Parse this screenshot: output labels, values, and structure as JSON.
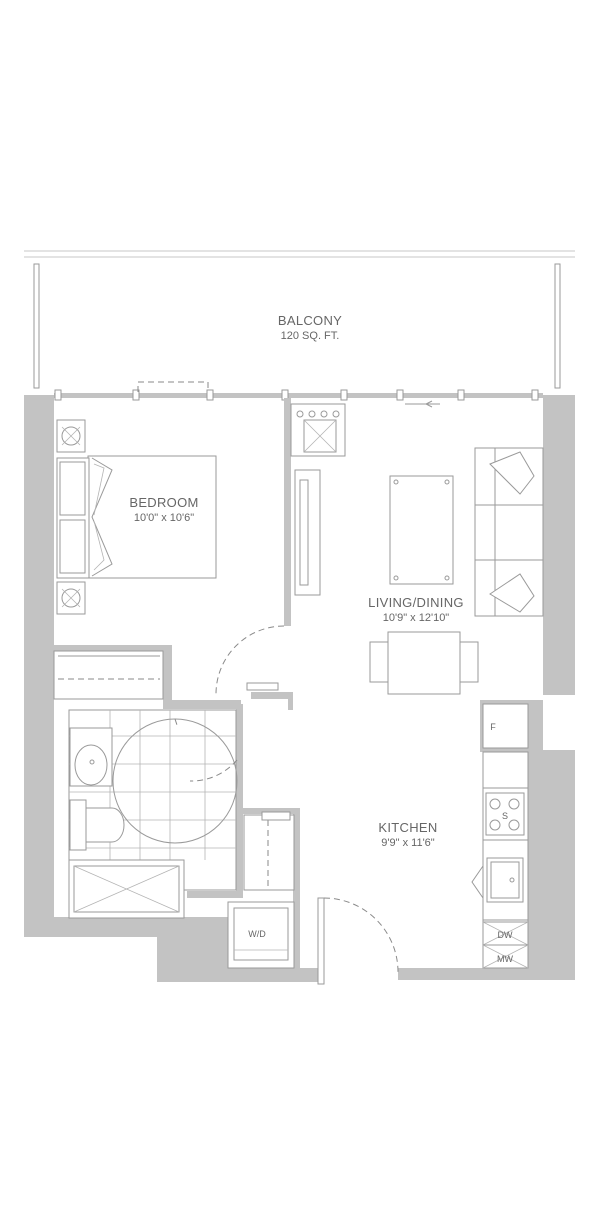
{
  "rooms": {
    "balcony": {
      "name": "BALCONY",
      "area": "120 SQ. FT."
    },
    "bedroom": {
      "name": "BEDROOM",
      "dims": "10'0\" x 10'6\""
    },
    "living_dining": {
      "name": "LIVING/DINING",
      "dims": "10'9\" x 12'10\""
    },
    "kitchen": {
      "name": "KITCHEN",
      "dims": "9'9\" x 11'6\""
    }
  },
  "appliances": {
    "fridge": "F",
    "washer_dryer": "W/D",
    "dishwasher": "DW",
    "microwave": "MW",
    "stove": "S"
  },
  "colors": {
    "wall": "#c3c3c3",
    "line": "#9a9a9a",
    "text": "#666666"
  }
}
